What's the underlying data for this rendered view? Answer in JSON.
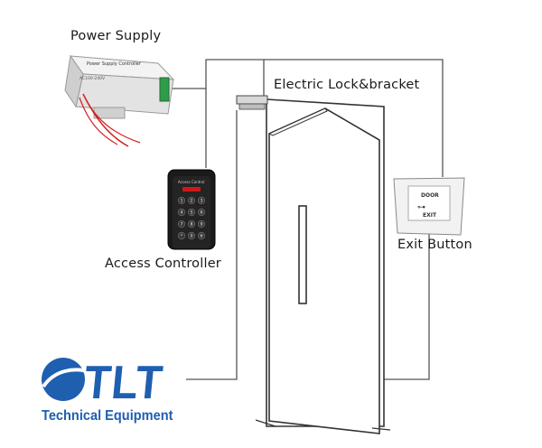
{
  "labels": {
    "power_supply": "Power Supply",
    "electric_lock": "Electric Lock&bracket",
    "access_controller": "Access Controller",
    "exit_button": "Exit Button"
  },
  "device_text": {
    "power_supply_top": "Power Supply Controller",
    "power_supply_model": "AC100-240V",
    "keypad_header": "Access Control",
    "keypad_keys": [
      "1",
      "2",
      "3",
      "4",
      "5",
      "6",
      "7",
      "8",
      "9",
      "*",
      "0",
      "#"
    ],
    "exit_button_top": "DOOR",
    "exit_button_bottom": "EXIT"
  },
  "logo": {
    "text": "TLT",
    "subtitle": "Technical Equipment"
  },
  "colors": {
    "wire": "#555555",
    "door_outline": "#333333",
    "logo_blue": "#1f5fb0",
    "red_wire": "#d42020",
    "keypad_led": "#d01818"
  }
}
